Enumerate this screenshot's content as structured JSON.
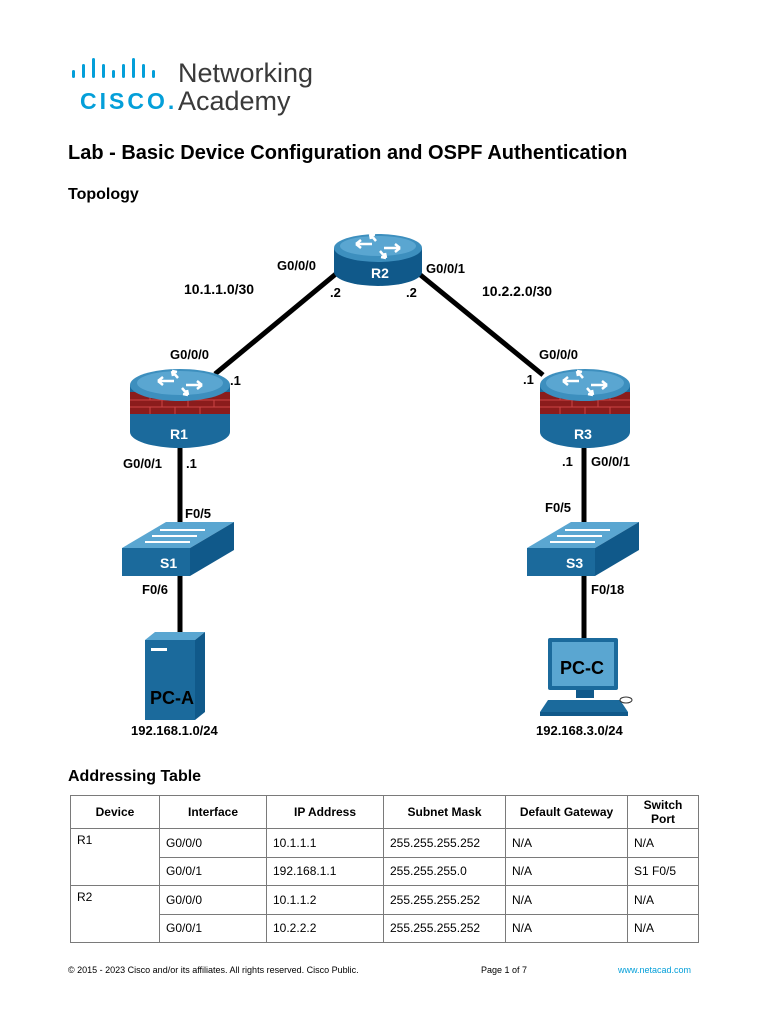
{
  "logo": {
    "wordmark": "CISCO.",
    "line1": "Networking",
    "line2": "Academy",
    "color": "#049fd9"
  },
  "title": "Lab - Basic Device Configuration and OSPF Authentication",
  "sections": {
    "topology": "Topology",
    "addressing": "Addressing Table"
  },
  "topology": {
    "devices": {
      "r1": "R1",
      "r2": "R2",
      "r3": "R3",
      "s1": "S1",
      "s3": "S3",
      "pca": "PC-A",
      "pcc": "PC-C"
    },
    "networks": {
      "r1_r2": "10.1.1.0/30",
      "r2_r3": "10.2.2.0/30",
      "lan_a": "192.168.1.0/24",
      "lan_c": "192.168.3.0/24"
    },
    "interfaces": {
      "r2_left": "G0/0/0",
      "r2_right": "G0/0/1",
      "r2_left_ip": ".2",
      "r2_right_ip": ".2",
      "r1_top": "G0/0/0",
      "r1_top_ip": ".1",
      "r1_bottom": "G0/0/1",
      "r1_bottom_ip": ".1",
      "r3_top": "G0/0/0",
      "r3_top_ip": ".1",
      "r3_bottom": "G0/0/1",
      "r3_bottom_ip": ".1",
      "s1_top": "F0/5",
      "s1_bottom": "F0/6",
      "s3_top": "F0/5",
      "s3_bottom": "F0/18"
    },
    "colors": {
      "router": "#1b6a9c",
      "firewall": "#8b1c1c",
      "link": "#000000"
    }
  },
  "table": {
    "headers": [
      "Device",
      "Interface",
      "IP Address",
      "Subnet Mask",
      "Default Gateway",
      "Switch Port"
    ],
    "rows": [
      {
        "device": "R1",
        "interface": "G0/0/0",
        "ip": "10.1.1.1",
        "mask": "255.255.255.252",
        "gateway": "N/A",
        "port": "N/A"
      },
      {
        "device": "",
        "interface": "G0/0/1",
        "ip": "192.168.1.1",
        "mask": "255.255.255.0",
        "gateway": "N/A",
        "port": "S1 F0/5"
      },
      {
        "device": "R2",
        "interface": "G0/0/0",
        "ip": "10.1.1.2",
        "mask": "255.255.255.252",
        "gateway": "N/A",
        "port": "N/A"
      },
      {
        "device": "",
        "interface": "G0/0/1",
        "ip": "10.2.2.2",
        "mask": "255.255.255.252",
        "gateway": "N/A",
        "port": "N/A"
      }
    ]
  },
  "footer": {
    "copyright": "© 2015 - 2023 Cisco and/or its affiliates. All rights reserved. Cisco Public.",
    "page": "Page 1 of 7",
    "site": "www.netacad.com"
  }
}
